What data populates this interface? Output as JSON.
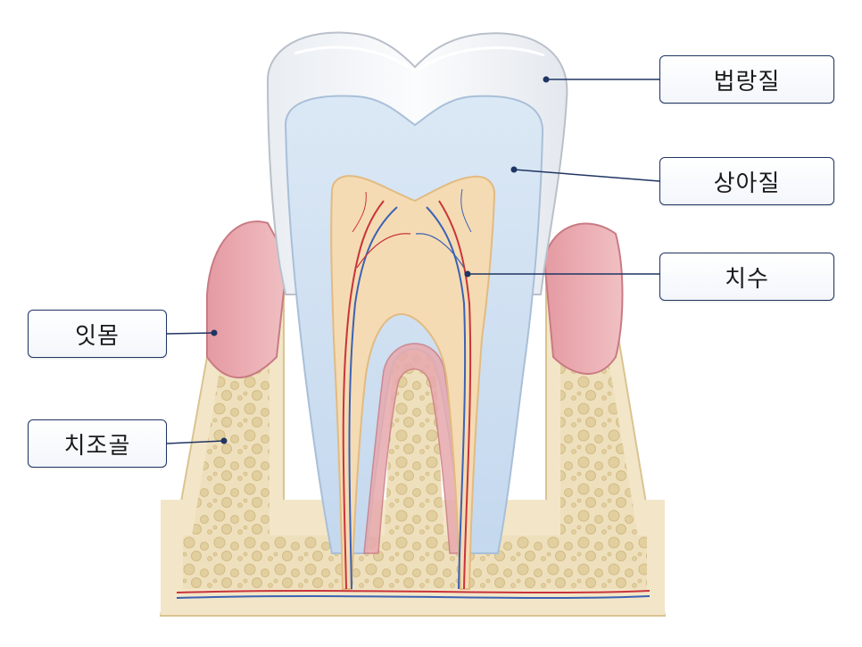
{
  "labels": {
    "enamel": "법랑질",
    "dentin": "상아질",
    "pulp": "치수",
    "gum": "잇몸",
    "bone": "치조골"
  },
  "colors": {
    "enamel": "#f4f6f9",
    "dentin": "#cfe0f1",
    "pulp": "#f4d9b0",
    "gum": "#e8a7ad",
    "bone": "#f1e2c2",
    "leader_line": "#1f3563",
    "artery": "#c8343a",
    "vein": "#3c62b3"
  }
}
